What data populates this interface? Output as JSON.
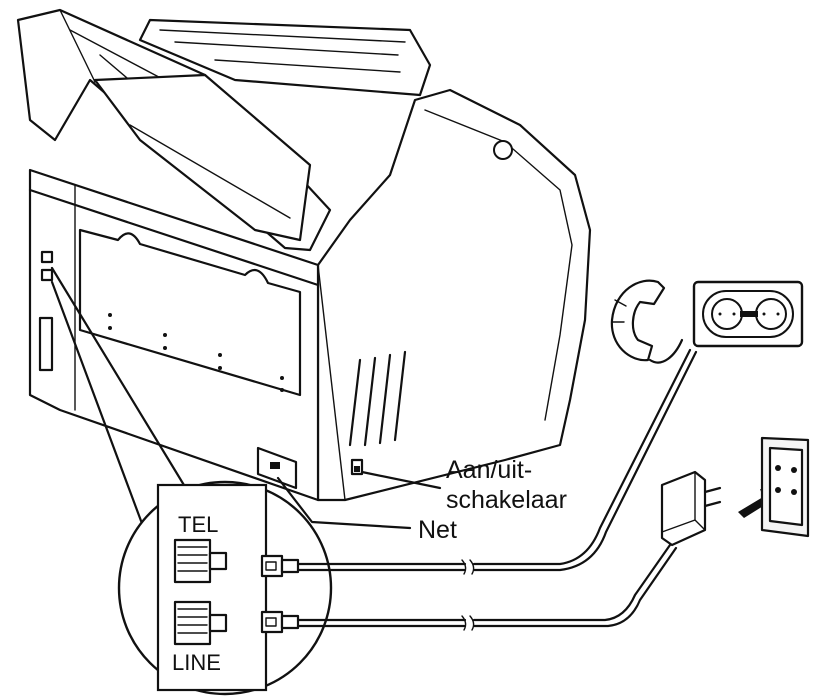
{
  "labels": {
    "power_switch_line1": "Aan/uit-",
    "power_switch_line2": "schakelaar",
    "mains": "Net",
    "tel_port": "TEL",
    "line_port": "LINE"
  },
  "icons": {
    "handset": "telephone-handset-icon",
    "answering_machine": "cassette-answering-machine-icon",
    "wall_socket": "wall-socket-icon",
    "adapter": "plug-adapter-icon"
  }
}
